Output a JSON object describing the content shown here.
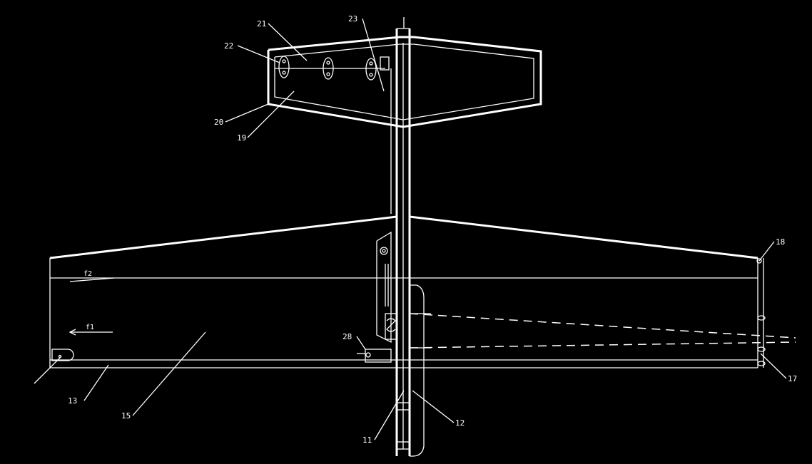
{
  "colors": {
    "background": "#000000",
    "line": "#ffffff"
  },
  "labels": {
    "l11": "11",
    "l12": "12",
    "l13": "13",
    "l15": "15",
    "l17": "17",
    "l18": "18",
    "l19": "19",
    "l20": "20",
    "l21": "21",
    "l22": "22",
    "l23": "23",
    "l28": "28",
    "f1": "f1",
    "f2": "f2"
  }
}
